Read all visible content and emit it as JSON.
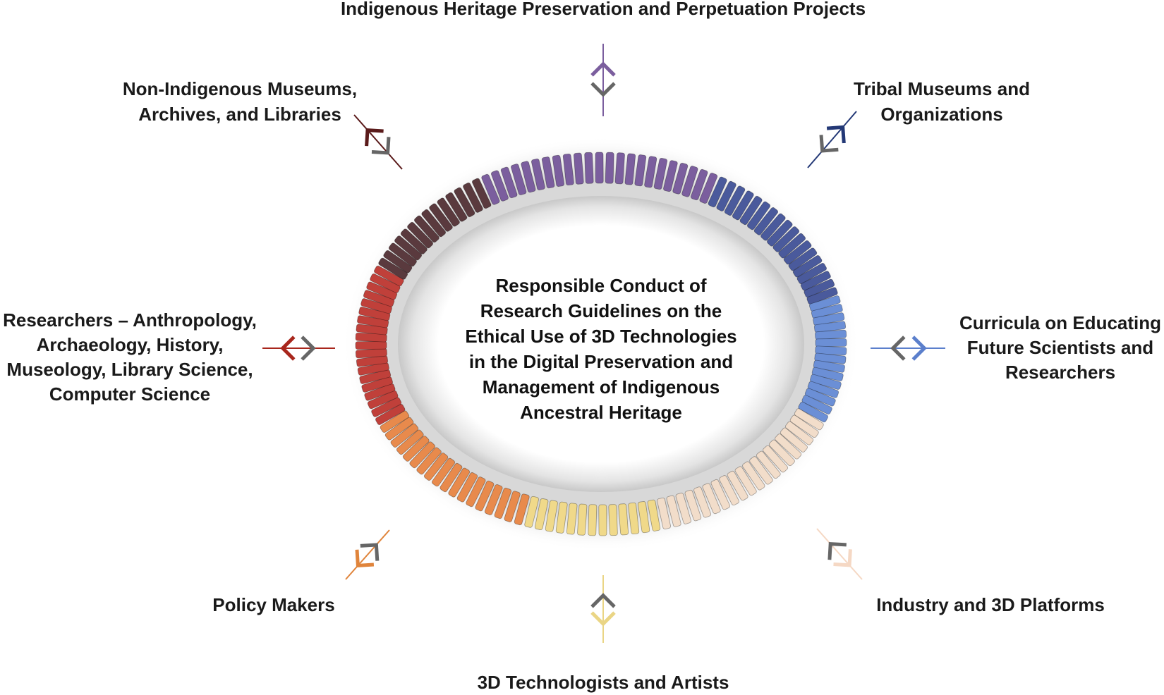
{
  "center": {
    "lines": [
      "Responsible Conduct of",
      "Research Guidelines on the",
      "Ethical Use of 3D Technologies",
      "in the Digital Preservation and",
      "Management of Indigenous",
      "Ancestral Heritage"
    ]
  },
  "stakeholders": [
    {
      "id": "indigenous-heritage",
      "lines": [
        "Indigenous Heritage Preservation and Perpetuation Projects"
      ],
      "color": "#7b5e9e"
    },
    {
      "id": "tribal-museums",
      "lines": [
        "Tribal Museums and",
        "Organizations"
      ],
      "color": "#233876"
    },
    {
      "id": "curricula",
      "lines": [
        "Curricula on Educating",
        "Future Scientists and",
        "Researchers"
      ],
      "color": "#5b7fcc"
    },
    {
      "id": "industry-platforms",
      "lines": [
        "Industry and 3D Platforms"
      ],
      "color": "#f5d8c4"
    },
    {
      "id": "3d-technologists",
      "lines": [
        "3D Technologists and Artists"
      ],
      "color": "#ead585"
    },
    {
      "id": "policy-makers",
      "lines": [
        "Policy Makers"
      ],
      "color": "#e0843b"
    },
    {
      "id": "researchers",
      "lines": [
        "Researchers – Anthropology,",
        "Archaeology, History,",
        "Museology, Library Science,",
        "Computer Science"
      ],
      "color": "#a8261c"
    },
    {
      "id": "non-indigenous-museums",
      "lines": [
        "Non-Indigenous Museums,",
        "Archives, and Libraries"
      ],
      "color": "#5a1a1a"
    }
  ],
  "colors": {
    "arrow_secondary": "#666666",
    "ring_segments": [
      "#7b5e9e",
      "#4a5a9c",
      "#6b8fd6",
      "#f2ddca",
      "#f0d98a",
      "#e88a4c",
      "#c0403a",
      "#5a3a3e"
    ]
  }
}
